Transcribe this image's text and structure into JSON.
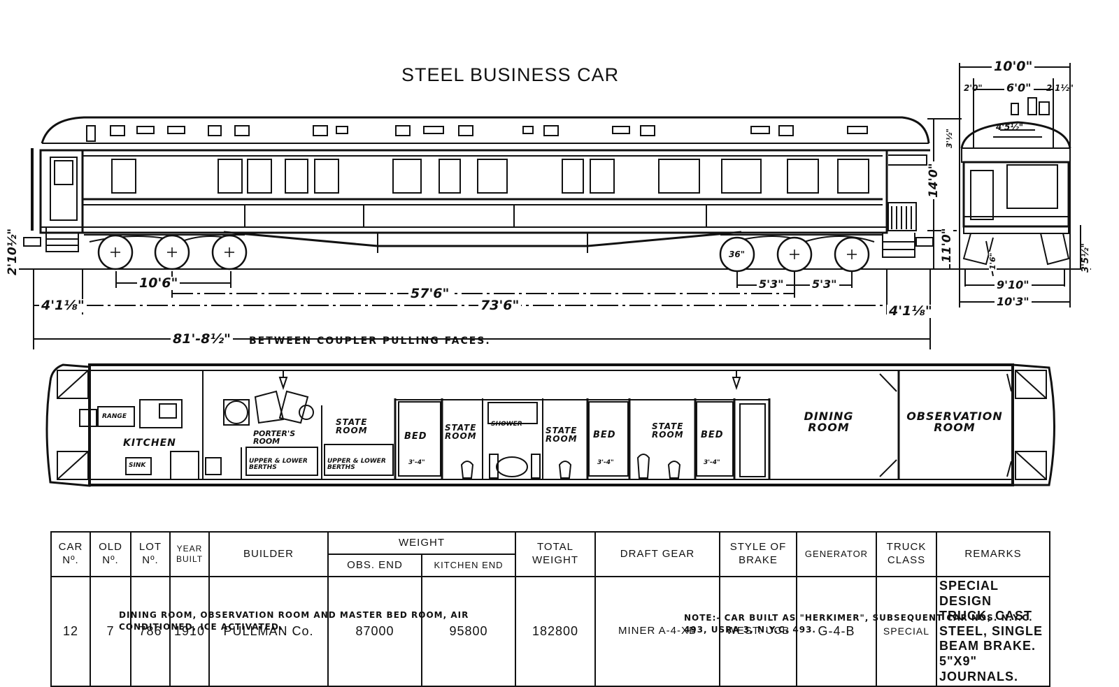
{
  "title": "STEEL BUSINESS CAR",
  "dimensions": {
    "truck_wheelbase": "10'6\"",
    "truck_centers": "57'6\"",
    "body_length": "73'6\"",
    "end_left": "4'1⅛\"",
    "end_right": "4'1⅛\"",
    "overall": "81'-8½\"",
    "overall_note": "BETWEEN COUPLER PULLING FACES.",
    "axle_a": "5'3\"",
    "axle_b": "5'3\"",
    "wheel_dia": "36\"",
    "coupler_height": "2'10½\"",
    "height_rail": "11'0\"",
    "height_roof": "14'0\"",
    "end_width_top": "10'0\"",
    "end_width_mid": "6'0\"",
    "end_width_a": "2'0\"",
    "end_width_b": "2'1½\"",
    "end_width_c": "9'10\"",
    "end_width_d": "10'3\"",
    "end_step": "3'5½\"",
    "end_clear": "1'6\"",
    "end_roof_a": "4'5½\"",
    "end_roof_b": "3'½\""
  },
  "rooms": {
    "kitchen": "KITCHEN",
    "range": "RANGE",
    "sink": "SINK",
    "porters_room": "PORTER'S ROOM",
    "upper_berth": "UPPER & LOWER BERTHS",
    "state_room": "STATE ROOM",
    "bed": "BED",
    "shower": "SHOWER",
    "dining": "DINING ROOM",
    "observation": "OBSERVATION ROOM",
    "bed_size": "3'-4\""
  },
  "table": {
    "headers": {
      "car_no": "CAR Nº.",
      "old_no": "OLD Nº.",
      "lot_no": "LOT Nº.",
      "year_built": "YEAR BUILT",
      "builder": "BUILDER",
      "weight": "WEIGHT",
      "obs_end": "OBS. END",
      "kitchen_end": "KITCHEN END",
      "total_weight": "TOTAL WEIGHT",
      "draft_gear": "DRAFT GEAR",
      "brake": "STYLE OF BRAKE",
      "generator": "GENERATOR",
      "truck": "TRUCK CLASS",
      "remarks": "REMARKS"
    },
    "row": {
      "car_no": "12",
      "old_no": "7",
      "lot_no": "786",
      "year_built": "1910",
      "builder": "PULLMAN Co.",
      "obs_end": "87000",
      "kitchen_end": "95800",
      "total_weight": "182800",
      "draft_gear": "MINER A-4-XB",
      "brake": "WEST. UCB",
      "generator": "G-4-B",
      "truck": "SPECIAL",
      "remarks": "SPECIAL DESIGN TRUCK, CAST STEEL, SINGLE BEAM BRAKE. 5\"X9\" JOURNALS."
    }
  },
  "notes": {
    "left": "DINING ROOM, OBSERVATION ROOM AND MASTER BED ROOM, AIR CONDITIONED, ICE ACTIVATED.",
    "right": "NOTE:- CAR BUILT AS \"HERKIMER\", SUBSEQUENT CAR NOS. N.Y.C. 493, USRA 3, N.Y.C. 493."
  }
}
